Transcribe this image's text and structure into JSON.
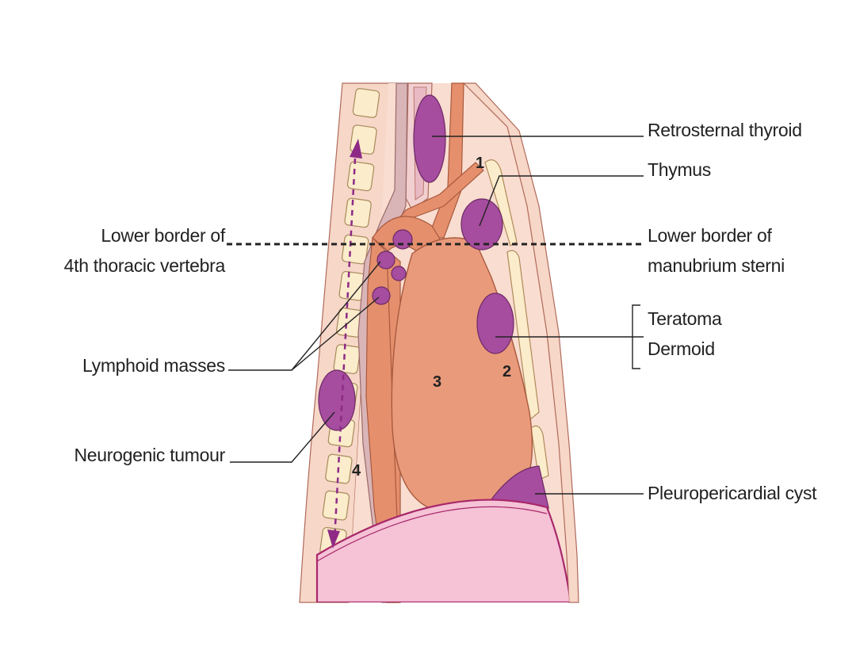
{
  "labels": {
    "retrosternal_thyroid": "Retrosternal thyroid",
    "thymus": "Thymus",
    "lower_border_manubrium_line1": "Lower border of",
    "lower_border_manubrium_line2": "manubrium sterni",
    "teratoma": "Teratoma",
    "dermoid": "Dermoid",
    "pleuropericardial_cyst": "Pleuropericardial cyst",
    "lower_border_t4_line1": "Lower border of",
    "lower_border_t4_line2": "4th thoracic vertebra",
    "lymphoid_masses": "Lymphoid masses",
    "neurogenic_tumour": "Neurogenic tumour"
  },
  "regions": {
    "r1": "1",
    "r2": "2",
    "r3": "3",
    "r4": "4"
  },
  "colors": {
    "skin": "#f6d7c8",
    "mediastinum": "#f9ddd0",
    "vertebra": "#fbeccb",
    "heart": "#e99a7b",
    "vessel": "#e58f6d",
    "mass": "#a64d9f",
    "diaphragm": "#f5c2d6",
    "arrow": "#8e2a86"
  }
}
